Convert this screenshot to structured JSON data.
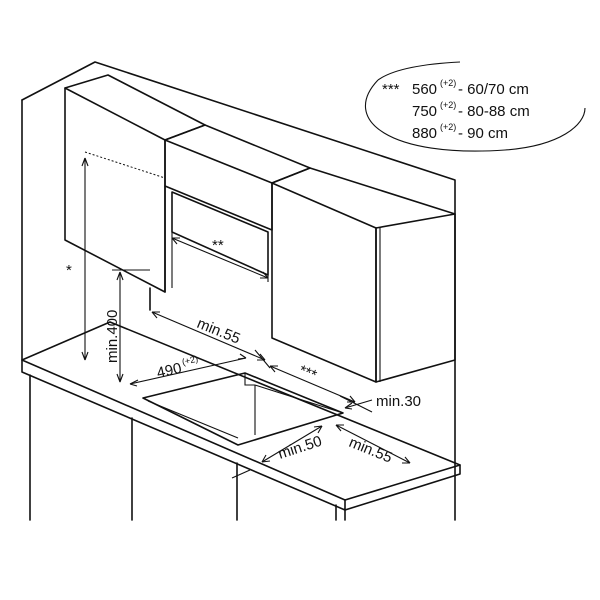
{
  "legend": {
    "rows": [
      {
        "marker": "***",
        "width": "560",
        "tol": "(+2)",
        "range": " - 60/70 cm"
      },
      {
        "marker": "",
        "width": "750",
        "tol": "(+2)",
        "range": " - 80-88 cm"
      },
      {
        "marker": "",
        "width": "880",
        "tol": "(+2)",
        "range": " - 90 cm"
      }
    ]
  },
  "dimensions": {
    "star_height": "*",
    "min_400": "min.400",
    "star2": "**",
    "min_55_back": "min.55",
    "cutout_w": "490",
    "cutout_tol": "(+2)",
    "star3": "***",
    "min_30": "min.30",
    "min_50": "min.50",
    "min_55_side": "min.55"
  }
}
